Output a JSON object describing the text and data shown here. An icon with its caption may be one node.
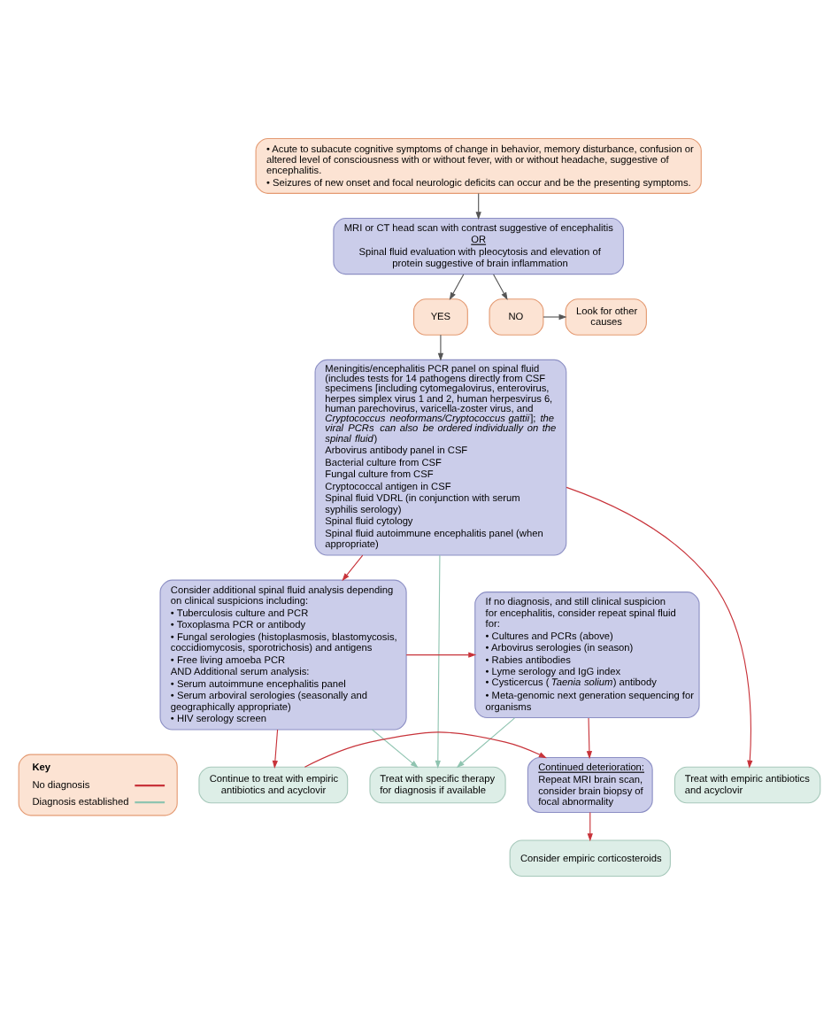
{
  "diagram": {
    "nodes": [
      {
        "text": [
          "• Acute to subacute cognitive symptoms of change in behavior, memory disturbance, confusion or altered level of consciousness with or without fever, with or without headache, suggestive of encephalitis.",
          "• Seizures of new onset and focal neurologic deficits can occur and be the presenting symptoms."
        ]
      },
      {
        "text": [
          "MRI or CT head scan with contrast suggestive of encephalitis",
          "OR",
          "Spinal fluid evaluation with pleocytosis and elevation of protein suggestive of brain inflammation"
        ]
      },
      {
        "text": [
          "YES"
        ]
      },
      {
        "text": [
          "NO"
        ]
      },
      {
        "text": [
          "Look for other causes"
        ]
      },
      {
        "text": [
          "Meningitis/encephalitis PCR panel on spinal fluid (includes tests for 14 pathogens directly from CSF specimens [including cytomegalovirus, enterovirus, herpes simplex virus 1 and 2, human herpesvirus 6, human parechovirus, varicella-zoster virus, and *Cryptococcus neoformans/Cryptococcus gattii*]; *the viral PCRs can also be ordered individually on the spinal fluid*)",
          "Arbovirus antibody panel in CSF",
          "Bacterial culture from CSF",
          "Fungal culture from CSF",
          "Cryptococcal antigen in CSF",
          "Spinal fluid VDRL (in conjunction with serum syphilis serology)",
          "Spinal fluid cytology",
          "Spinal fluid autoimmune encephalitis panel (when appropriate)"
        ]
      },
      {
        "text": [
          "Treat with specific therapy for diagnosis if available"
        ]
      },
      {
        "text": [
          "Treat with empiric antibiotics and acyclovir"
        ]
      },
      {
        "text": [
          "Consider additional spinal fluid analysis depending on clinical suspicions including:",
          "• Tuberculosis culture and PCR",
          "• Toxoplasma PCR or antibody",
          "• Fungal serologies (histoplasmosis, blastomycosis, coccidiomycosis, sporotrichosis) and antigens",
          "• Free living amoeba PCR",
          "AND Additional serum analysis:",
          "• Serum autoimmune encephalitis panel",
          "• Serum arboviral serologies (seasonally and geographically appropriate)",
          "• HIV serology screen"
        ]
      },
      {
        "text": [
          "If no diagnosis, and still clinical suspicion for encephalitis, consider repeat spinal fluid for:",
          "• Cultures and PCRs (above)",
          "• Arbovirus serologies (in season)",
          "• Rabies antibodies",
          "• Lyme serology and IgG index",
          "• Cysticercus (*Taenia solium*) antibody",
          "• Meta-genomic next generation sequencing for organisms"
        ]
      },
      {
        "text": [
          "Continue to treat with empiric antibiotics and acyclovir"
        ]
      },
      {
        "text": [
          "Continued deterioration:",
          "Repeat MRI brain scan, consider brain biopsy of focal abnormality"
        ]
      },
      {
        "text": [
          "Consider empiric corticosteroids"
        ]
      }
    ],
    "edges": [
      {
        "from": 0,
        "to": 1,
        "arrow": "to",
        "color": "#555555"
      },
      {
        "from": 1,
        "to": 2,
        "arrow": "to",
        "color": "#555555"
      },
      {
        "from": 1,
        "to": 3,
        "arrow": "to",
        "color": "#555555"
      },
      {
        "from": 3,
        "to": 4,
        "arrow": "to",
        "color": "#555555"
      },
      {
        "from": 2,
        "to": 5,
        "arrow": "to",
        "color": "#555555"
      },
      {
        "from": 5,
        "to": 6,
        "arrow": "to",
        "color": "#8fc4b0"
      },
      {
        "from": 5,
        "to": 7,
        "arrow": "to"
      },
      {
        "from": 5,
        "to": 8,
        "arrow": "to"
      },
      {
        "from": 8,
        "to": 6,
        "arrow": "to",
        "color": "#8fc4b0"
      },
      {
        "from": 9,
        "to": 6,
        "arrow": "to",
        "color": "#8fc4b0"
      },
      {
        "from": 8,
        "to": 9,
        "arrow": "to"
      },
      {
        "from": 8,
        "to": 10,
        "arrow": "to"
      },
      {
        "from": 9,
        "to": 11,
        "arrow": "to"
      },
      {
        "from": 10,
        "to": 11,
        "arrow": "to"
      },
      {
        "from": 11,
        "to": 12,
        "arrow": "to"
      }
    ],
    "labels": [
      "Key"
    ],
    "legend": [
      {
        "text": "No diagnosis"
      },
      {
        "text": "Diagnosis established"
      }
    ]
  }
}
